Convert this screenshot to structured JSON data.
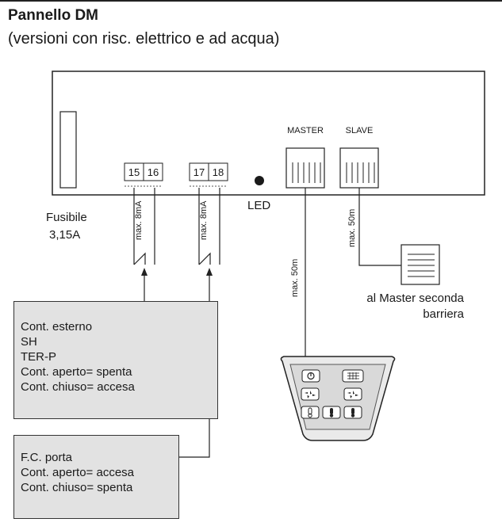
{
  "title": "Pannello DM",
  "subtitle": "(versioni con risc. elettrico e ad acqua)",
  "panel": {
    "terminals_a": [
      "15",
      "16"
    ],
    "terminals_b": [
      "17",
      "18"
    ],
    "led_label": "LED",
    "master_label": "MASTER",
    "slave_label": "SLAVE"
  },
  "fuse": {
    "line1": "Fusibile",
    "line2": "3,15A"
  },
  "wire_labels": {
    "a": "max. 8mA",
    "b": "max. 8mA",
    "master": "max. 50m",
    "slave": "max. 50m"
  },
  "slave_target": {
    "line1": "al Master seconda",
    "line2": "barriera"
  },
  "box_contact": {
    "lines": [
      "Cont. esterno",
      "SH",
      "TER-P",
      "Cont. aperto= spenta",
      "Cont. chiuso= accesa"
    ]
  },
  "box_door": {
    "lines": [
      "F.C. porta",
      "Cont. aperto= accesa",
      "Cont. chiuso= spenta"
    ]
  },
  "remote": {
    "icons": [
      "power-icon",
      "heater-grid-icon",
      "fan-1-icon",
      "fan-2-icon",
      "temp-0-icon",
      "temp-1-icon",
      "temp-2-icon"
    ]
  }
}
